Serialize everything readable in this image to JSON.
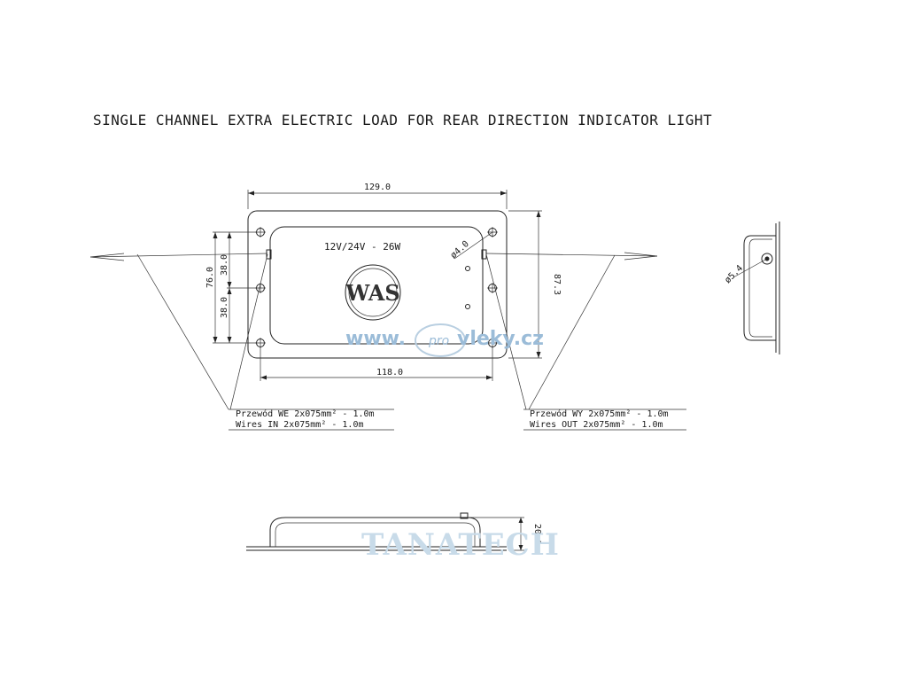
{
  "drawing": {
    "title": "SINGLE CHANNEL EXTRA ELECTRIC LOAD FOR REAR DIRECTION INDICATOR LIGHT",
    "rating": "12V/24V - 26W",
    "logo_text": "WAS",
    "dimensions": {
      "overall_width": "129.0",
      "hole_spacing_width": "118.0",
      "overall_height": "87.3",
      "hole_spacing_height": "76.0",
      "half_spacing_upper": "38.0",
      "half_spacing_lower": "38.0",
      "hole_diameter": "ø4.0",
      "side_hole_diameter": "ø5.4",
      "side_height": "20.0"
    },
    "wires_in": {
      "line1": "Przewód WE 2x075mm² - 1.0m",
      "line2": "Wires IN 2x075mm² - 1.0m"
    },
    "wires_out": {
      "line1": "Przewód WY 2x075mm² - 1.0m",
      "line2": "Wires OUT 2x075mm² - 1.0m"
    }
  },
  "watermarks": {
    "site_prefix": "www.",
    "site_pro": "pro",
    "site_suffix": "vleky.cz",
    "brand": "TANATECH"
  }
}
